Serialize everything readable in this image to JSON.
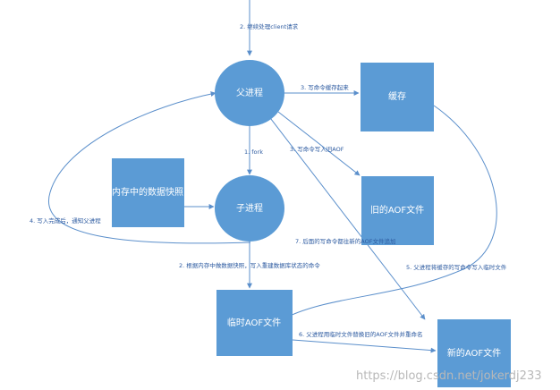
{
  "nodes": {
    "parent": "父进程",
    "child": "子进程",
    "cache": "缓存",
    "old_aof": "旧的AOF文件",
    "temp_aof": "临时AOF文件",
    "new_aof": "新的AOF文件",
    "snapshot": "内存中的数据快照"
  },
  "edges": {
    "e2_continue": "2. 继续处理client请求",
    "e3_cache": "3. 写命令缓存起来",
    "e3_old_aof": "3. 写命令写入旧AOF",
    "e1_fork": "1. fork",
    "e4_notify": "4. 写入完成后，通知父进程",
    "e7_append": "7. 后面的写命令都往新的AOF文件追加",
    "e2_rebuild": "2. 根据内存中做数据快照，写入重建数据库状态的命令",
    "e5_buffer": "5. 父进程将缓存的写命令写入临时文件",
    "e6_replace": "6. 父进程用临时文件替换旧的AOF文件并重命名"
  },
  "watermark": "https://blog.csdn.net/jokerdj233",
  "colors": {
    "node_fill": "#5b9bd5",
    "edge": "#5b8fcb",
    "edge_label": "#2c5aa0"
  }
}
